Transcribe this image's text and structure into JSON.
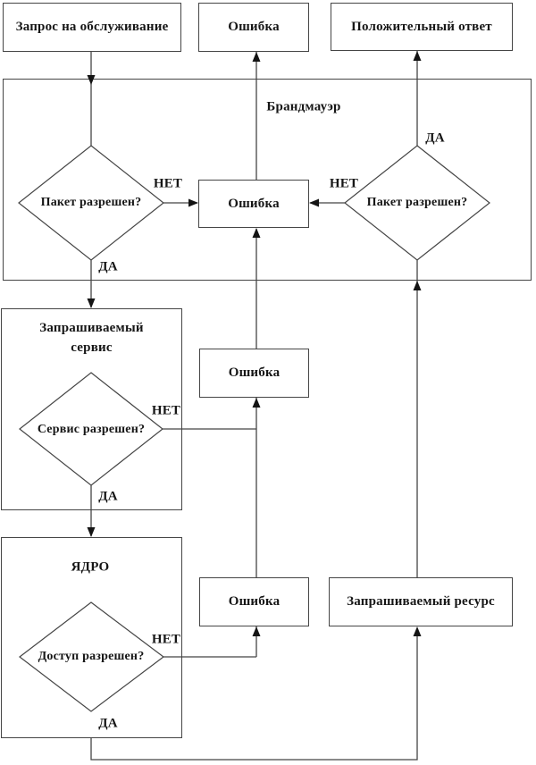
{
  "canvas": {
    "background": "#ffffff",
    "line_color": "#454545",
    "arrow_color": "#141414",
    "text_color": "#161616"
  },
  "labels": {
    "yes": "ДА",
    "no": "НЕТ"
  },
  "nodes": {
    "service_request": "Запрос на обслуживание",
    "error": "Ошибка",
    "positive_response": "Положительный ответ",
    "firewall": "Брандмауэр",
    "packet_allowed": "Пакет разрешен?",
    "requested_service": [
      "Запрашиваемый",
      "сервис"
    ],
    "service_allowed": "Сервис разрешен?",
    "kernel": "ЯДРО",
    "access_allowed": "Доступ разрешен?",
    "requested_resource": "Запрашиваемый ресурс"
  }
}
